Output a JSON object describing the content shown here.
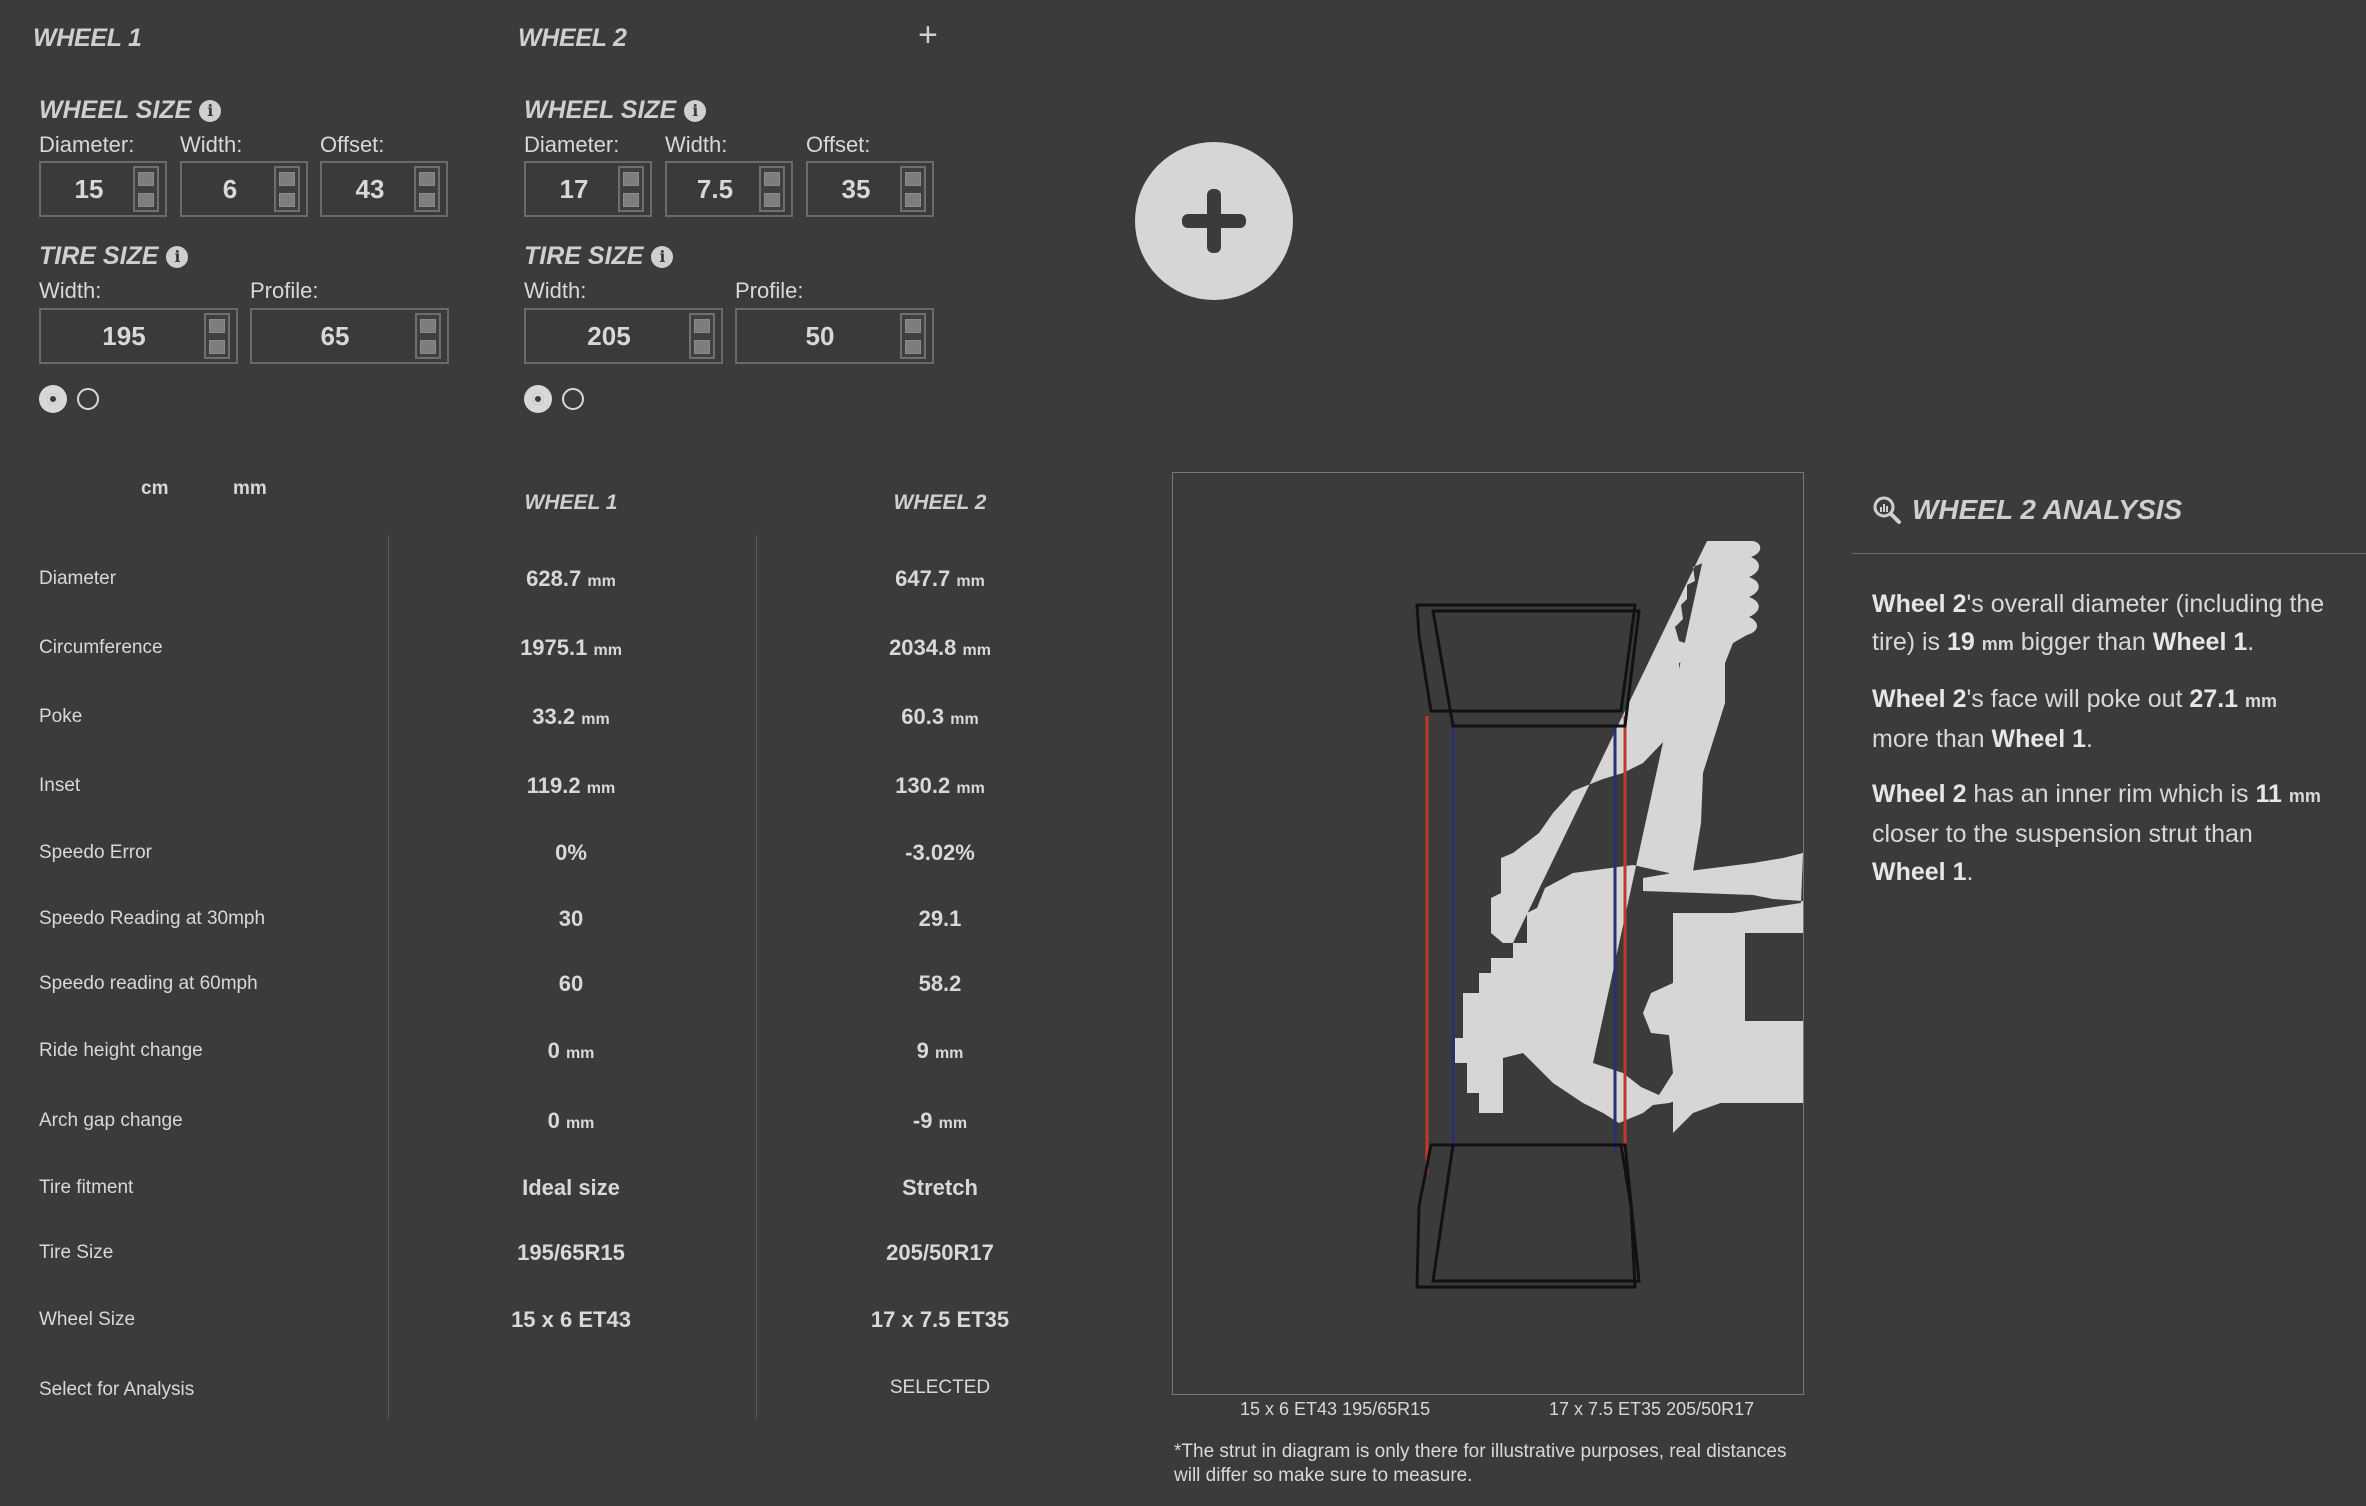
{
  "wheel1": {
    "title": "WHEEL 1",
    "wheel_size_title": "WHEEL SIZE",
    "diameter_label": "Diameter:",
    "width_label": "Width:",
    "offset_label": "Offset:",
    "diameter": "15",
    "width": "6",
    "offset": "43",
    "tire_size_title": "TIRE SIZE",
    "tire_width_label": "Width:",
    "tire_profile_label": "Profile:",
    "tire_width": "195",
    "tire_profile": "65"
  },
  "wheel2": {
    "title": "WHEEL 2",
    "add_symbol": "+",
    "wheel_size_title": "WHEEL SIZE",
    "diameter_label": "Diameter:",
    "width_label": "Width:",
    "offset_label": "Offset:",
    "diameter": "17",
    "width": "7.5",
    "offset": "35",
    "tire_size_title": "TIRE SIZE",
    "tire_width_label": "Width:",
    "tire_profile_label": "Profile:",
    "tire_width": "205",
    "tire_profile": "50"
  },
  "units": {
    "cm": "cm",
    "mm": "mm"
  },
  "table": {
    "col1": "WHEEL 1",
    "col2": "WHEEL 2",
    "unit": "mm",
    "rows": [
      {
        "label": "Diameter",
        "w1": "628.7",
        "w2": "647.7",
        "unit": true
      },
      {
        "label": "Circumference",
        "w1": "1975.1",
        "w2": "2034.8",
        "unit": true
      },
      {
        "label": "Poke",
        "w1": "33.2",
        "w2": "60.3",
        "unit": true
      },
      {
        "label": "Inset",
        "w1": "119.2",
        "w2": "130.2",
        "unit": true
      },
      {
        "label": "Speedo Error",
        "w1": "0%",
        "w2": "-3.02%",
        "unit": false
      },
      {
        "label": "Speedo Reading at 30mph",
        "w1": "30",
        "w2": "29.1",
        "unit": false
      },
      {
        "label": "Speedo reading at 60mph",
        "w1": "60",
        "w2": "58.2",
        "unit": false
      },
      {
        "label": "Ride height change",
        "w1": "0",
        "w2": "9",
        "unit": true
      },
      {
        "label": "Arch gap change",
        "w1": "0",
        "w2": "-9",
        "unit": true
      },
      {
        "label": "Tire fitment",
        "w1": "Ideal size",
        "w2": "Stretch",
        "unit": false
      },
      {
        "label": "Tire Size",
        "w1": "195/65R15",
        "w2": "205/50R17",
        "unit": false
      },
      {
        "label": "Wheel Size",
        "w1": "15 x 6 ET43",
        "w2": "17 x 7.5 ET35",
        "unit": false
      },
      {
        "label": "Select for Analysis",
        "w1": "",
        "w2": "SELECTED",
        "unit": false
      }
    ]
  },
  "diagram": {
    "caption1": "15 x 6 ET43 195/65R15",
    "caption2": "17 x 7.5 ET35 205/50R17",
    "note_line1": "*The strut in diagram is only there for illustrative purposes, real distances",
    "note_line2": "will differ so make sure to measure.",
    "color_wheel1": "#c0392b",
    "color_wheel2": "#2c2f6e"
  },
  "analysis": {
    "title": "WHEEL 2 ANALYSIS",
    "p1": {
      "a": "Wheel 2",
      "b": "'s overall diameter (including the tire) is ",
      "c": "19",
      "d": "mm",
      "e": " bigger than ",
      "f": "Wheel 1",
      "g": "."
    },
    "p2": {
      "a": "Wheel 2",
      "b": "'s face will poke out ",
      "c": "27.1",
      "d": "mm",
      "e": " more than ",
      "f": "Wheel 1",
      "g": "."
    },
    "p3": {
      "a": "Wheel 2",
      "b": " has an inner rim which is ",
      "c": "11",
      "d": "mm",
      "e": " closer to the suspension strut than ",
      "f": "Wheel 1",
      "g": "."
    }
  }
}
